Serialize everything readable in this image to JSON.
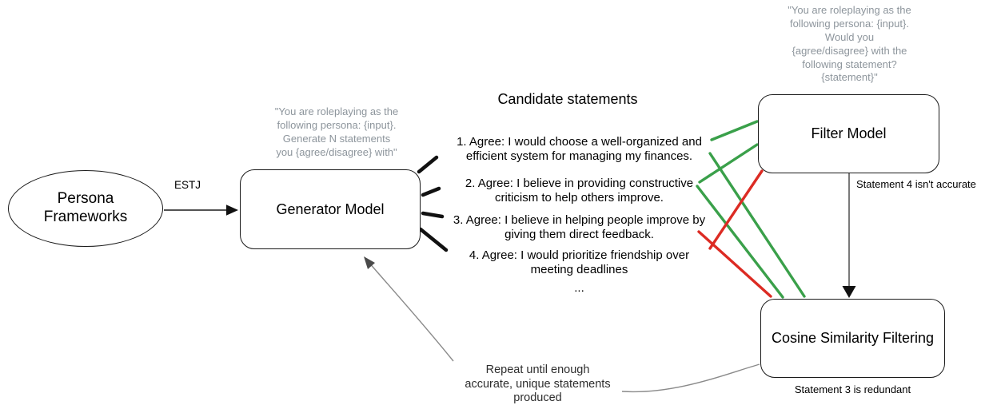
{
  "nodes": {
    "persona": {
      "label": "Persona\nFrameworks"
    },
    "generator": {
      "label": "Generator Model",
      "prompt": "\"You are roleplaying as the\nfollowing persona: {input}.\nGenerate N statements\nyou {agree/disagree} with\""
    },
    "filter": {
      "label": "Filter Model",
      "prompt": "\"You are roleplaying as the\nfollowing persona: {input}.\nWould you\n{agree/disagree} with the\nfollowing statement?\n{statement}\"",
      "annotation": "Statement 4 isn't accurate"
    },
    "cosine": {
      "label": "Cosine Similarity Filtering",
      "annotation": "Statement 3 is redundant"
    }
  },
  "edges": {
    "estj_label": "ESTJ",
    "repeat_note": "Repeat until enough\naccurate, unique statements\nproduced"
  },
  "candidates": {
    "title": "Candidate statements",
    "items": [
      "1. Agree: I would choose a well-organized and\nefficient system for managing my finances.",
      "2. Agree: I believe in providing constructive\ncriticism to help others improve.",
      "3. Agree: I believe in helping people improve by\ngiving them direct feedback.",
      "4. Agree: I would prioritize friendship over\nmeeting deadlines"
    ],
    "ellipsis": "..."
  },
  "colors": {
    "accept_green": "#3aa04a",
    "reject_red": "#dc2b23",
    "prompt_gray": "#8d959c",
    "line_black": "#1a1a1a",
    "arrow_gray": "#8a8a8a"
  }
}
